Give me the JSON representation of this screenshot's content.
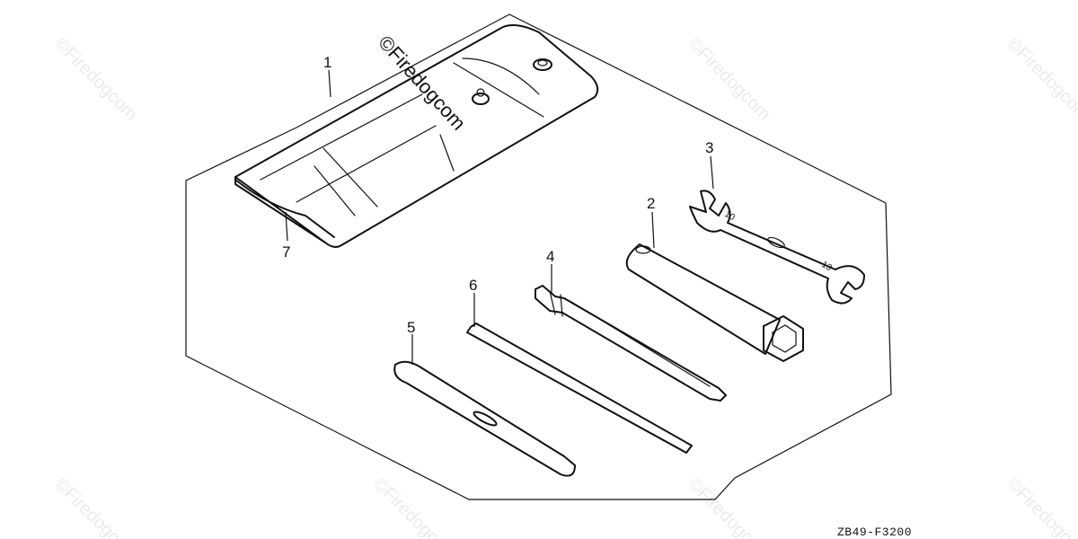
{
  "diagram": {
    "callouts": [
      "1",
      "2",
      "3",
      "4",
      "5",
      "6",
      "7"
    ],
    "drawing_code": "ZB49-F3200",
    "watermark_text": "©Firedogcom",
    "wrench_sizes": [
      "10",
      "13"
    ]
  }
}
